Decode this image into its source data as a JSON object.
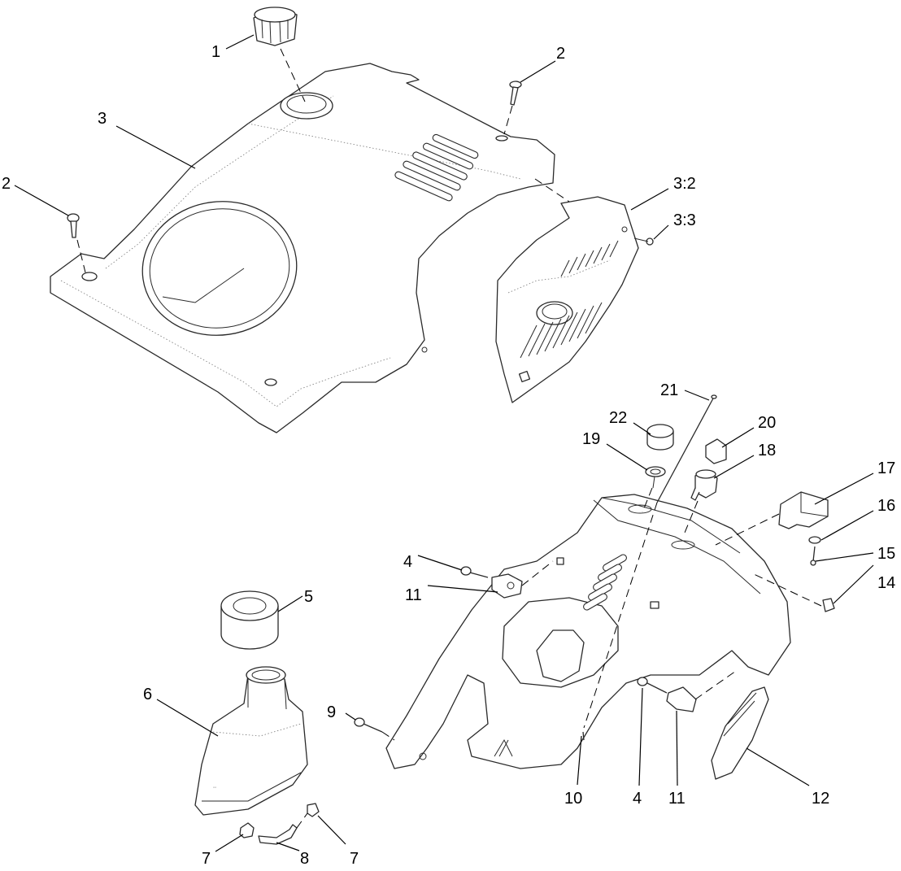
{
  "callouts": {
    "c1": "1",
    "c2a": "2",
    "c2b": "2",
    "c3": "3",
    "c3_2": "3:2",
    "c3_3": "3:3",
    "c4a": "4",
    "c4b": "4",
    "c5": "5",
    "c6": "6",
    "c7a": "7",
    "c7b": "7",
    "c8": "8",
    "c9": "9",
    "c10": "10",
    "c11a": "11",
    "c11b": "11",
    "c12": "12",
    "c14": "14",
    "c15": "15",
    "c16": "16",
    "c17": "17",
    "c18": "18",
    "c19": "19",
    "c20": "20",
    "c21": "21",
    "c22": "22"
  },
  "colors": {
    "line": "#2a2a2a",
    "background": "#ffffff"
  }
}
